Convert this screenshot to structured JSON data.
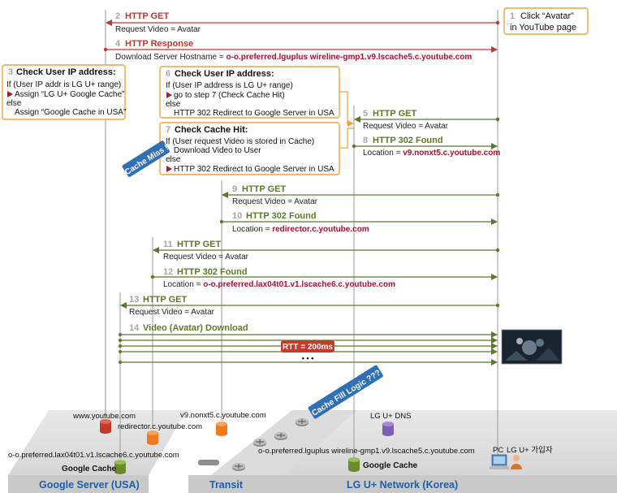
{
  "step1": {
    "num": "1",
    "line1": "Click “Avatar”",
    "line2": "in YouTube page"
  },
  "step2": {
    "num": "2",
    "title": "HTTP GET",
    "sub": "Request Video = Avatar"
  },
  "step3": {
    "num": "3",
    "title": "Check User IP address:",
    "lines": [
      "If (User IP addr is LG U+ range)",
      "Assign “LG U+ Google Cache”",
      "else",
      "Assign “Google Cache in USA”"
    ]
  },
  "step4": {
    "num": "4",
    "title": "HTTP Response",
    "sub_prefix": "Download Server Hostname = ",
    "host": "o-o.preferred.lguplus wireline-gmp1.v9.lscache5.c.youtube.com"
  },
  "step5": {
    "num": "5",
    "title": "HTTP GET",
    "sub": "Request Video = Avatar"
  },
  "step6": {
    "num": "6",
    "title": "Check User IP address:",
    "lines": [
      "If (User IP address is LG U+ range)",
      "go to step 7 (Check Cache Hit)",
      "else",
      "HTTP 302 Redirect to Google Server in USA"
    ]
  },
  "step7": {
    "num": "7",
    "title": "Check Cache Hit:",
    "lines": [
      "If (User request Video is stored in Cache)",
      "Download Video to User",
      "else",
      "HTTP 302 Redirect to Google Server in USA"
    ]
  },
  "step8": {
    "num": "8",
    "title": "HTTP 302 Found",
    "sub_prefix": "Location = ",
    "host": "v9.nonxt5.c.youtube.com"
  },
  "step9": {
    "num": "9",
    "title": "HTTP GET",
    "sub": "Request Video = Avatar"
  },
  "step10": {
    "num": "10",
    "title": "HTTP 302 Found",
    "sub_prefix": "Location = ",
    "host": "redirector.c.youtube.com"
  },
  "step11": {
    "num": "11",
    "title": "HTTP GET",
    "sub": "Request Video = Avatar"
  },
  "step12": {
    "num": "12",
    "title": "HTTP 302 Found",
    "sub_prefix": "Location = ",
    "host": "o-o.preferred.lax04t01.v1.lscache6.c.youtube.com"
  },
  "step13": {
    "num": "13",
    "title": "HTTP GET",
    "sub": "Request Video = Avatar"
  },
  "step14": {
    "num": "14",
    "title": "Video (Avatar) Download"
  },
  "rtt": "RTT = 200ms",
  "dots": "• • •",
  "cache_miss": "Cache Miss !",
  "cache_fill": "Cache Fill Logic ???",
  "servers": {
    "youtube": "www.youtube.com",
    "redirector": "redirector.c.youtube.com",
    "nonxt5": "v9.nonxt5.c.youtube.com",
    "lax": "o-o.preferred.lax04t01.v1.lscache6.c.youtube.com",
    "google_cache_usa": "Google Cache",
    "lg_dns": "LG U+ DNS",
    "lg_host": "o-o.preferred.lguplus wireline-gmp1.v9.lscache5.c.youtube.com",
    "google_cache_kr": "Google Cache",
    "pc": "PC",
    "subscriber": "LG U+ 가입자"
  },
  "regions": {
    "usa": "Google Server (USA)",
    "transit": "Transit",
    "korea": "LG U+ Network (Korea)"
  },
  "colors": {
    "red_arrow": "#c0392b",
    "green_arrow": "#5b7a27",
    "orange_box": "#f0a43a",
    "blue_badge": "#2f6fb5",
    "rtt_badge": "#c23b2c",
    "db_red": "#c0392b",
    "db_orange": "#f07a1f",
    "db_purple": "#7b5fb0",
    "db_green": "#6a8c2a"
  }
}
